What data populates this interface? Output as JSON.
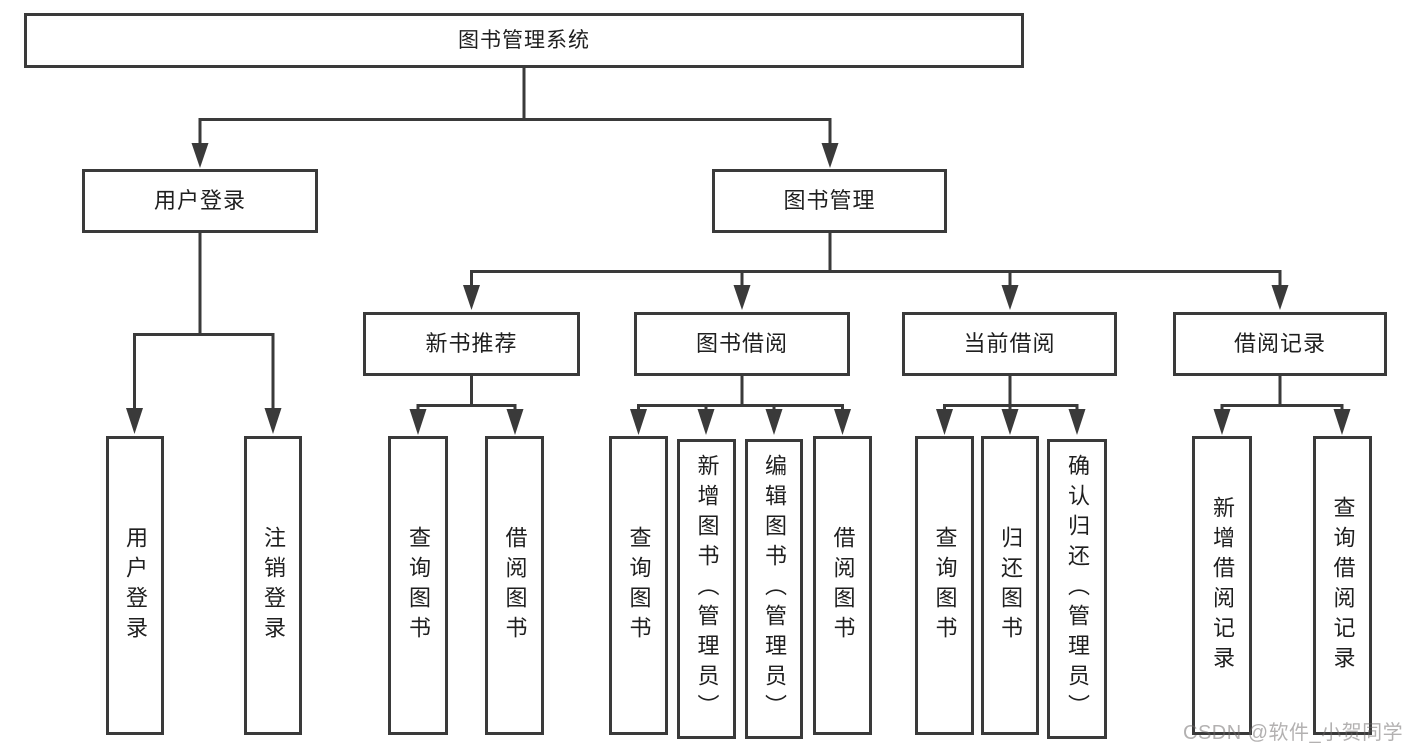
{
  "root": {
    "label": "图书管理系统"
  },
  "branches": [
    {
      "label": "用户登录",
      "children": [
        {
          "label": "用户登录"
        },
        {
          "label": "注销登录"
        }
      ]
    },
    {
      "label": "图书管理",
      "sections": [
        {
          "label": "新书推荐",
          "children": [
            {
              "label": "查询图书"
            },
            {
              "label": "借阅图书"
            }
          ]
        },
        {
          "label": "图书借阅",
          "children": [
            {
              "label": "查询图书"
            },
            {
              "label": "新增图书（管理员）"
            },
            {
              "label": "编辑图书（管理员）"
            },
            {
              "label": "借阅图书"
            }
          ]
        },
        {
          "label": "当前借阅",
          "children": [
            {
              "label": "查询图书"
            },
            {
              "label": "归还图书"
            },
            {
              "label": "确认归还（管理员）"
            }
          ]
        },
        {
          "label": "借阅记录",
          "children": [
            {
              "label": "新增借阅记录"
            },
            {
              "label": "查询借阅记录"
            }
          ]
        }
      ]
    }
  ],
  "watermark": {
    "text": "CSDN @软件_小贺同学"
  },
  "colors": {
    "line": "#3a3a3a",
    "text": "#1f1f1f",
    "background": "#ffffff",
    "watermark": "#b9b6b6"
  }
}
